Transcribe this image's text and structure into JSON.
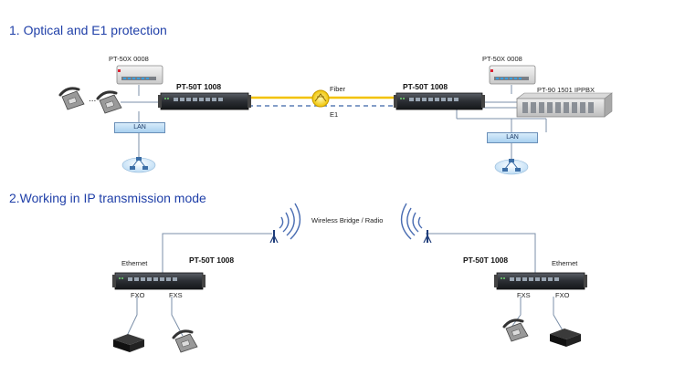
{
  "sections": [
    {
      "title": "1. Optical and E1 protection"
    },
    {
      "title": "2.Working in IP transmission mode"
    }
  ],
  "diagram1": {
    "left_gateway": "PT-50X 0008",
    "right_gateway": "PT-50X 0008",
    "left_device": "PT-50T 1008",
    "right_device": "PT-50T 1008",
    "ippbx": "PT-90 1501 IPPBX",
    "fiber_label": "Fiber",
    "e1_label": "E1",
    "lan_left": "LAN",
    "lan_right": "LAN",
    "ellipsis": "..."
  },
  "diagram2": {
    "wireless_label": "Wireless Bridge / Radio",
    "left_device": "PT-50T 1008",
    "right_device": "PT-50T 1008",
    "left_ethernet": "Ethernet",
    "right_ethernet": "Ethernet",
    "left_fxo": "FXO",
    "left_fxs": "FXS",
    "right_fxs": "FXS",
    "right_fxo": "FXO"
  },
  "colors": {
    "title": "#1f3fa8",
    "fiber": "#f2c200",
    "e1": "#5b7fb5",
    "link": "#7b8fa8"
  }
}
